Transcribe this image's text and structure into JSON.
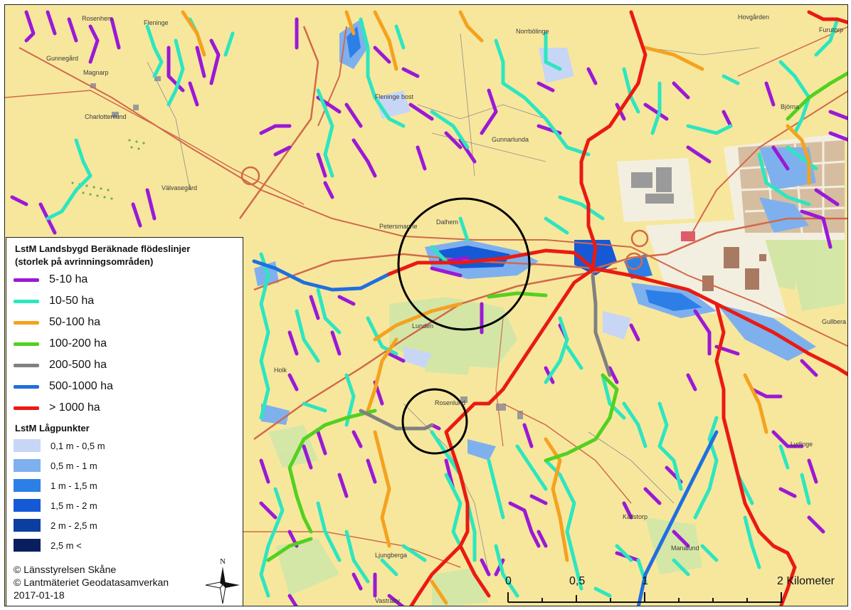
{
  "legend": {
    "flow_title_1": "LstM Landsbygd Beräknade flödeslinjer",
    "flow_title_2": "(storlek på avrinningsområden)",
    "flow_classes": [
      {
        "label": "5-10 ha",
        "color": "#9b19d6"
      },
      {
        "label": "10-50 ha",
        "color": "#2de6bf"
      },
      {
        "label": "50-100 ha",
        "color": "#f5a21f"
      },
      {
        "label": "100-200 ha",
        "color": "#52d11f"
      },
      {
        "label": "200-500 ha",
        "color": "#808080"
      },
      {
        "label": "500-1000 ha",
        "color": "#1f6fe0"
      },
      {
        "label": "> 1000 ha",
        "color": "#ea1a12"
      }
    ],
    "depth_title": "LstM Lågpunkter",
    "depth_classes": [
      {
        "label": "0,1 m - 0,5 m",
        "color": "#c7d6f5"
      },
      {
        "label": "0,5 m - 1 m",
        "color": "#7fb0ee"
      },
      {
        "label": "1 m - 1,5 m",
        "color": "#2d7fe8"
      },
      {
        "label": "1,5 m - 2 m",
        "color": "#1559d6"
      },
      {
        "label": "2 m - 2,5 m",
        "color": "#0b3e9e"
      },
      {
        "label": "2,5 m <",
        "color": "#081e5e"
      }
    ],
    "copyright_1": "© Länsstyrelsen Skåne",
    "copyright_2": "© Lantmäteriet Geodatasamverkan",
    "date": "2017-01-18"
  },
  "north_label": "N",
  "scale": {
    "labels": [
      "0",
      "0,5",
      "1",
      "2 Kilometer"
    ]
  },
  "places": {
    "p1": "Rosenhem",
    "p2": "Fleninge",
    "p3": "Gunnegård",
    "p4": "Magnarp",
    "p5": "Charlottenlund",
    "p6": "Välvasegård",
    "p7": "Fleninge bost",
    "p8": "Norrbölinge",
    "p9": "Gunnarlunda",
    "p10": "Dalhem",
    "p11": "Petersmanne",
    "p12": "Lunden",
    "p13": "Holk",
    "p14": "Rosenlund",
    "p15": "Björna",
    "p16": "Ljungberga",
    "p17": "Vastraby",
    "p18": "Kallstorp",
    "p19": "Manalund",
    "p20": "Lydinge",
    "p21": "Hovgården",
    "p22": "Furutorp",
    "p23": "Gullbera"
  },
  "colors": {
    "background": "#f7e79d",
    "road": "#d2694a",
    "water": "#2d7fe8",
    "circle": "#000000"
  }
}
